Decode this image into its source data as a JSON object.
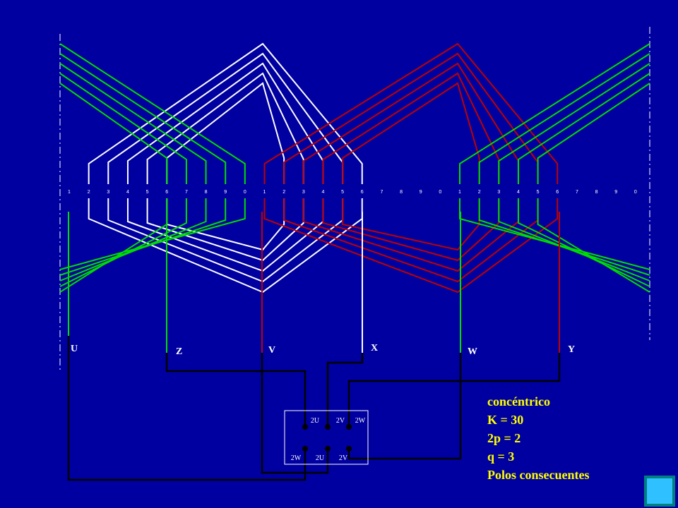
{
  "colors": {
    "background": "#0000a0",
    "phase_u": "#ffffff",
    "phase_v": "#c00000",
    "phase_w": "#00dd00",
    "wiring": "#000000",
    "info_text": "#ffff00"
  },
  "slot_labels": [
    "1",
    "2",
    "3",
    "4",
    "5",
    "6",
    "7",
    "8",
    "9",
    "0",
    "1",
    "2",
    "3",
    "4",
    "5",
    "6",
    "7",
    "8",
    "9",
    "0",
    "1",
    "2",
    "3",
    "4",
    "5",
    "6",
    "7",
    "8",
    "9",
    "0"
  ],
  "terminals": {
    "U": "U",
    "Z": "Z",
    "V": "V",
    "X": "X",
    "W": "W",
    "Y": "Y"
  },
  "terminal_box": {
    "top_row": [
      "2U",
      "2V",
      "2W"
    ],
    "bottom_row": [
      "2W",
      "2U",
      "2V"
    ]
  },
  "info": {
    "line1": "concéntrico",
    "line2": "K = 30",
    "line3": "2p = 2",
    "line4": "q  = 3",
    "line5": "Polos consecuentes"
  },
  "nav_icon": "next-slide-icon"
}
